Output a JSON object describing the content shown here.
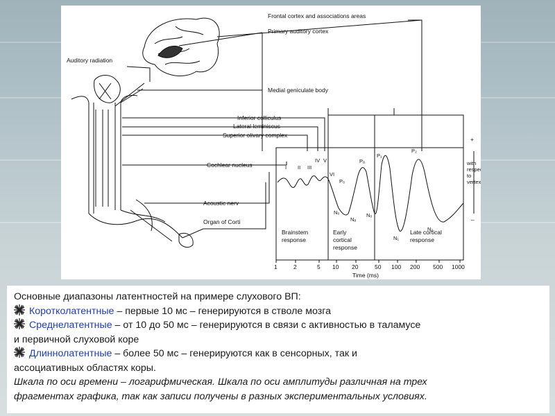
{
  "figure": {
    "labels": {
      "frontal_cortex": "Frontal cortex and associations areas",
      "primary_auditory": "Primary auditory cortex",
      "auditory_radiation": "Auditory radiation",
      "medial_geniculate": "Medial geniculate body",
      "inferior_colliculus": "Inferior colliculus",
      "lateral_lemniscus": "Lateral leminiscus",
      "superior_olivary": "Superior olivary complex",
      "cochlear_nucleus": "Cochlear nucleus",
      "acoustic_nerv": "Acoustic nerv",
      "organ_corti": "Organ of Corti"
    },
    "waves": {
      "I": "I",
      "II": "II",
      "III": "III",
      "IV": "IV",
      "V": "V",
      "VI": "VI",
      "P0": "P₀",
      "Pa": "Pₐ",
      "P1": "P₁",
      "P2": "P₂",
      "N0": "N₀",
      "Na": "Nₐ",
      "Nb": "N₀",
      "N1": "N₁",
      "N2": "N₂"
    },
    "regions": {
      "brainstem_1": "Brainstem",
      "brainstem_2": "response",
      "early_1": "Early",
      "early_2": "cortical",
      "early_3": "response",
      "late_1": "Late cortical",
      "late_2": "response"
    },
    "polarity": {
      "plus": "+",
      "minus": "–",
      "note_1": "with",
      "note_2": "respect",
      "note_3": "to",
      "note_4": "vertex"
    },
    "axis": {
      "ticks": [
        "1",
        "2",
        "5",
        "10",
        "20",
        "50",
        "100",
        "200",
        "500",
        "1000"
      ],
      "xlabel": "Time (ms)"
    }
  },
  "caption": {
    "intro": "Основные диапазоны латентностей на примере слухового ВП:",
    "items": [
      {
        "name": "Коротколатентные",
        "text": " – первые 10 мс – генерируются в стволе мозга"
      },
      {
        "name": "Среднелатентные",
        "text": "  – от 10 до 50 мс – генерируются в связи с активностью в таламусе",
        "cont": "и первичной слуховой коре"
      },
      {
        "name": "Длиннолатентные",
        "text": " – более 50 мс – генерируются как в сенсорных, так и",
        "cont": "ассоциативных областях коры."
      }
    ],
    "note_1": "Шкала по оси времени – логарифмическая. Шкала по оси амплитуды различная на трех",
    "note_2": "фрагментах графика, так как записи получены в разных экспериментальных условиях."
  },
  "colors": {
    "category": "#1f3fa6",
    "text": "#1a1a1a"
  }
}
